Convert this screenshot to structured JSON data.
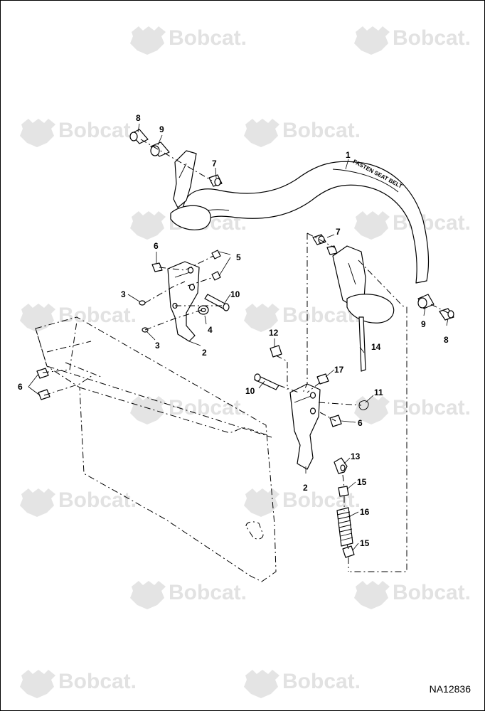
{
  "figure": {
    "id": "NA12836",
    "watermark_text": "Bobcat."
  },
  "callouts": [
    {
      "id": "c1",
      "label": "1"
    },
    {
      "id": "c2a",
      "label": "2"
    },
    {
      "id": "c2b",
      "label": "2"
    },
    {
      "id": "c3a",
      "label": "3"
    },
    {
      "id": "c3b",
      "label": "3"
    },
    {
      "id": "c4",
      "label": "4"
    },
    {
      "id": "c5",
      "label": "5"
    },
    {
      "id": "c6a",
      "label": "6"
    },
    {
      "id": "c6b",
      "label": "6"
    },
    {
      "id": "c6c",
      "label": "6"
    },
    {
      "id": "c7a",
      "label": "7"
    },
    {
      "id": "c7b",
      "label": "7"
    },
    {
      "id": "c8a",
      "label": "8"
    },
    {
      "id": "c8b",
      "label": "8"
    },
    {
      "id": "c9a",
      "label": "9"
    },
    {
      "id": "c9b",
      "label": "9"
    },
    {
      "id": "c10a",
      "label": "10"
    },
    {
      "id": "c10b",
      "label": "10"
    },
    {
      "id": "c11",
      "label": "11"
    },
    {
      "id": "c12",
      "label": "12"
    },
    {
      "id": "c13",
      "label": "13"
    },
    {
      "id": "c14",
      "label": "14"
    },
    {
      "id": "c15a",
      "label": "15"
    },
    {
      "id": "c15b",
      "label": "15"
    },
    {
      "id": "c16",
      "label": "16"
    },
    {
      "id": "c17",
      "label": "17"
    }
  ],
  "bar_decal_text": "FASTEN SEAT BELT"
}
